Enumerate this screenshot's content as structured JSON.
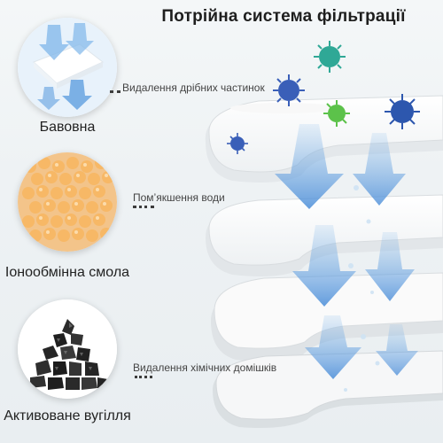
{
  "title": "Потрійна система фільтрації",
  "materials": [
    {
      "label": "Бавовна"
    },
    {
      "label": "Іонообмінна смола"
    },
    {
      "label": "Активоване вугілля"
    }
  ],
  "processes": [
    {
      "label": "Видалення дрібних частинок"
    },
    {
      "label": "Пом’якшення води"
    },
    {
      "label": "Видалення хімічних домішків"
    }
  ],
  "colors": {
    "arrow": "#4a90d8",
    "virus_blue": "#3a5fb8",
    "virus_green": "#5cc24a",
    "virus_teal": "#2fa896",
    "resin": "#f0a24a"
  }
}
